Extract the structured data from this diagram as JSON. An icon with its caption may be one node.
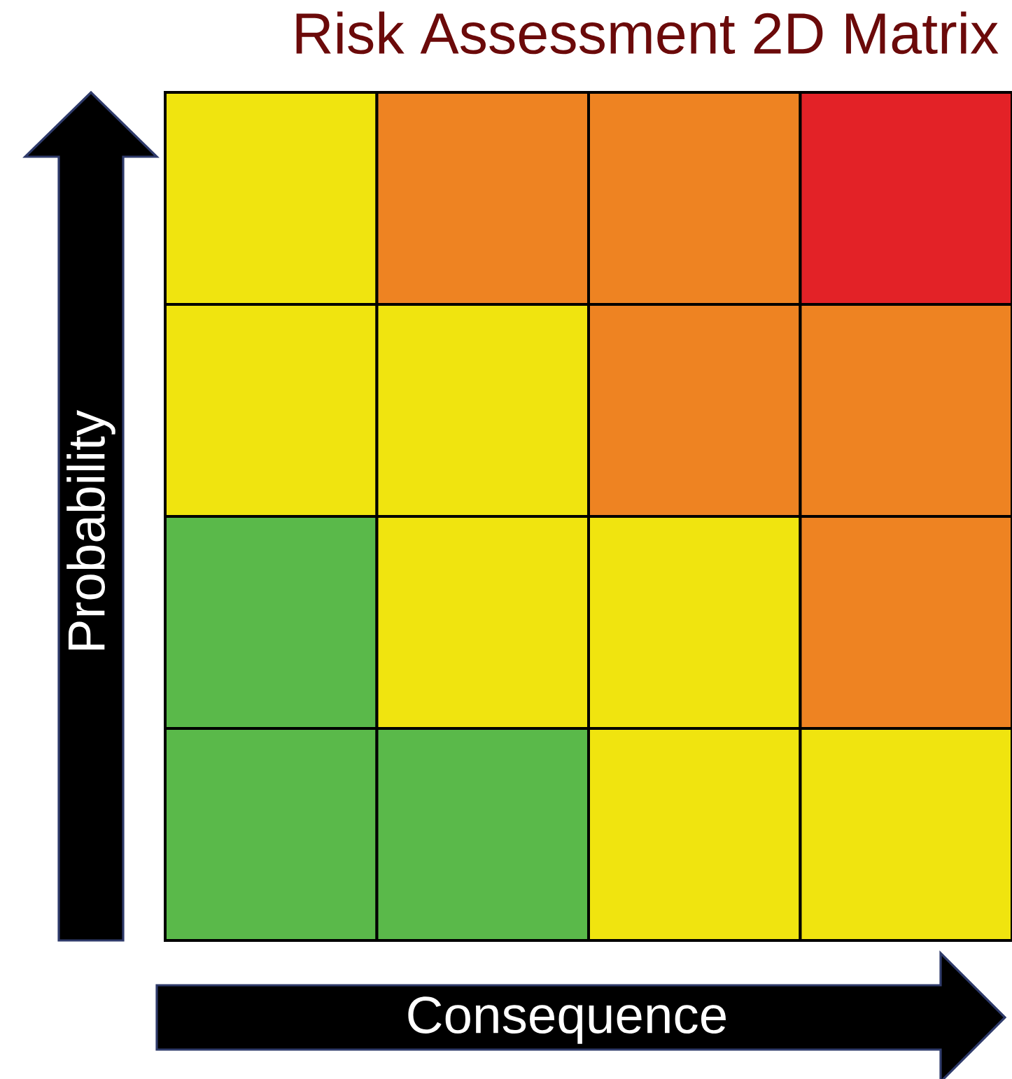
{
  "diagram": {
    "title": "Risk Assessment 2D Matrix",
    "nodes": [
      {
        "text": [
          "Probability"
        ]
      },
      {
        "text": [
          "Consequence"
        ]
      }
    ]
  }
}
